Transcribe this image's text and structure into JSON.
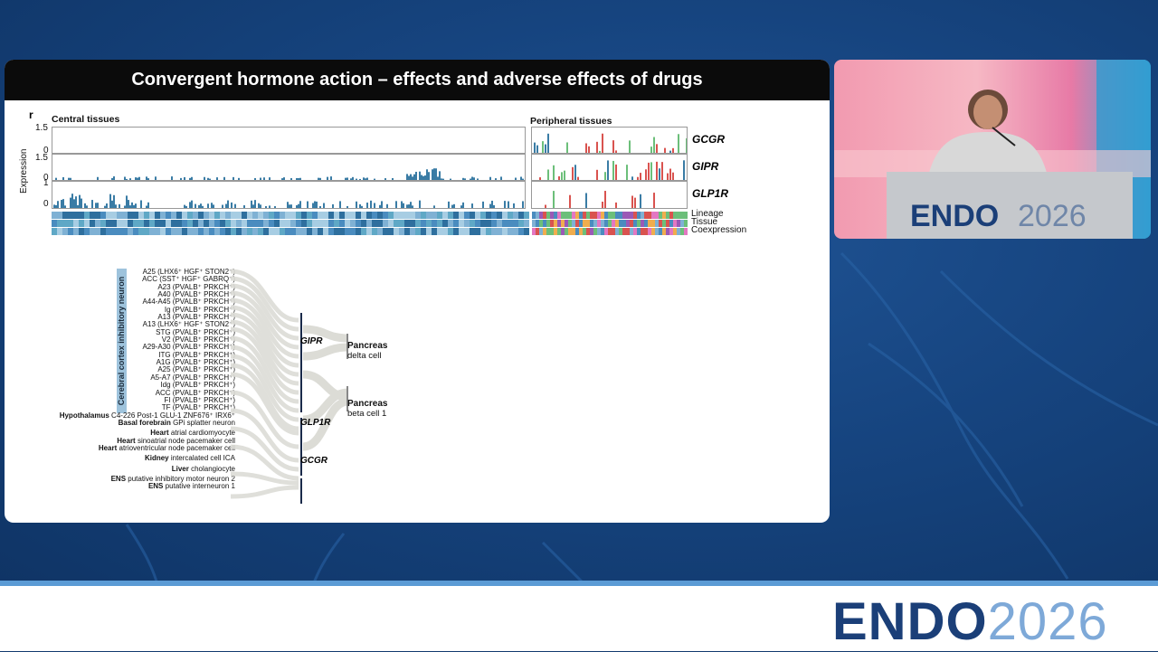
{
  "slide": {
    "title": "Convergent hormone action – effects and adverse effects of drugs",
    "panel_letter": "r",
    "central_title": "Central tissues",
    "peripheral_title": "Peripheral tissues",
    "y_axis_label": "Expression",
    "axis_ticks": {
      "gcgr_top": "1.5",
      "gcgr_bottom": "0",
      "gipr_top": "1.5",
      "gipr_bottom": "0",
      "glp1r_top": "1",
      "glp1r_bottom": "0"
    },
    "genes": [
      "GCGR",
      "GIPR",
      "GLP1R"
    ],
    "tracks": [
      "Lineage",
      "Tissue",
      "Coexpression"
    ],
    "cortex_label": "Cerebral cortex inhibitory neuron",
    "cortex_rows": [
      "A25 (LHX6⁺ HGF⁺ STON2⁺)",
      "ACC (SST⁺ HGF⁺ GABRQ⁺)",
      "A23 (PVALB⁺ PRKCH⁺)",
      "A40 (PVALB⁺ PRKCH⁺)",
      "A44-A45 (PVALB⁺ PRKCH⁺)",
      "Ig (PVALB⁺ PRKCH⁺)",
      "A13 (PVALB⁺ PRKCH⁺)",
      "A13 (LHX6⁺ HGF⁺ STON2⁺)",
      "STG (PVALB⁺ PRKCH⁺)",
      "V2 (PVALB⁺ PRKCH⁺)",
      "A29-A30 (PVALB⁺ PRKCH⁺)",
      "ITG (PVALB⁺ PRKCH⁺)",
      "A1G (PVALB⁺ PRKCH⁺)",
      "A25 (PVALB⁺ PRKCH⁺)",
      "A5-A7 (PVALB⁺ PRKCH⁺)",
      "Idg (PVALB⁺ PRKCH⁺)",
      "ACC (PVALB⁺ PRKCH⁺)",
      "FI (PVALB⁺ PRKCH⁺)",
      "TF (PVALB⁺ PRKCH⁺)"
    ],
    "other_rows": [
      {
        "bold": "Hypothalamus",
        "rest": " C4-226 Post-1 GLU-1 ZNF676⁺ IRX6⁺"
      },
      {
        "bold": "Basal forebrain",
        "rest": " GPi splatter neuron"
      },
      {
        "bold": "Heart",
        "rest": " atrial cardiomyocyte"
      },
      {
        "bold": "Heart",
        "rest": " sinoatrial node pacemaker cell"
      },
      {
        "bold": "Heart",
        "rest": " atrioventricular node pacemaker cell"
      },
      {
        "bold": "Kidney",
        "rest": " intercalated cell ICA"
      },
      {
        "bold": "Liver",
        "rest": " cholangiocyte"
      },
      {
        "bold": "ENS",
        "rest": " putative inhibitory motor neuron 2"
      },
      {
        "bold": "ENS",
        "rest": " putative interneuron 1"
      }
    ],
    "receptor_nodes": [
      "GIPR",
      "GLP1R",
      "GCGR"
    ],
    "targets": [
      {
        "name": "Pancreas",
        "sub": "delta cell"
      },
      {
        "name": "Pancreas",
        "sub": "beta cell 1"
      }
    ]
  },
  "branding": {
    "word": "ENDO",
    "year": "2026",
    "primary_color": "#1b3f78",
    "accent_color": "#7ea9d8"
  },
  "colors": {
    "bar_blue": "#3a7ca5",
    "bar_red": "#d9534f",
    "bar_green": "#6cbf7a"
  }
}
